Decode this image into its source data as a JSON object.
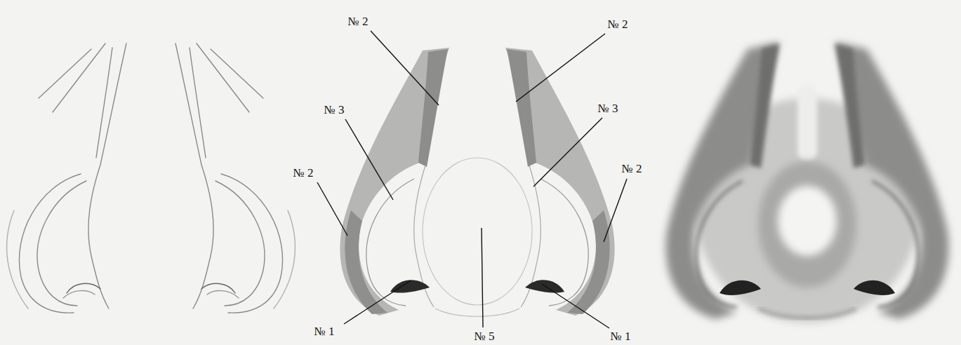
{
  "diagram": {
    "labels": [
      "№ 2",
      "№ 2",
      "№ 3",
      "№ 3",
      "№ 2",
      "№ 2",
      "№ 1",
      "№ 5",
      "№ 1"
    ]
  }
}
